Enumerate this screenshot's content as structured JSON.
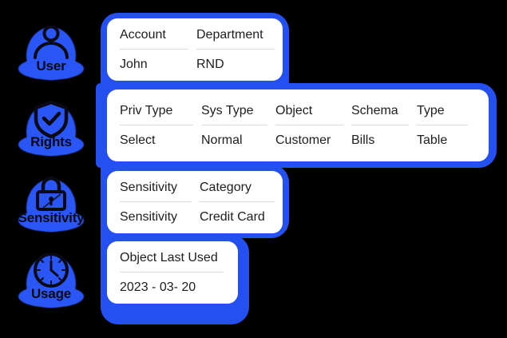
{
  "theme": {
    "background": "#000000",
    "accent_blue": "#2450f0",
    "card_background": "#ffffff",
    "text_color": "#1e1e22",
    "divider_color": "#dcdcdf"
  },
  "rail": {
    "items": [
      {
        "label": "User",
        "icon": "user-icon"
      },
      {
        "label": "Rights",
        "icon": "shield-check-icon"
      },
      {
        "label": "Sensitivity",
        "icon": "padlock-icon"
      },
      {
        "label": "Usage",
        "icon": "clock-icon"
      }
    ]
  },
  "cards": [
    {
      "name": "user-card",
      "columns": [
        {
          "header": "Account",
          "value": "John"
        },
        {
          "header": "Department",
          "value": "RND"
        }
      ]
    },
    {
      "name": "rights-card",
      "columns": [
        {
          "header": "Priv Type",
          "value": "Select"
        },
        {
          "header": "Sys Type",
          "value": "Normal"
        },
        {
          "header": "Object",
          "value": "Customer"
        },
        {
          "header": "Schema",
          "value": "Bills"
        },
        {
          "header": "Type",
          "value": "Table"
        }
      ]
    },
    {
      "name": "sensitivity-card",
      "columns": [
        {
          "header": "Sensitivity",
          "value": "Sensitivity"
        },
        {
          "header": "Category",
          "value": "Credit Card"
        }
      ]
    },
    {
      "name": "usage-card",
      "columns": [
        {
          "header": "Object Last Used",
          "value": "2023 - 03- 20"
        }
      ]
    }
  ]
}
